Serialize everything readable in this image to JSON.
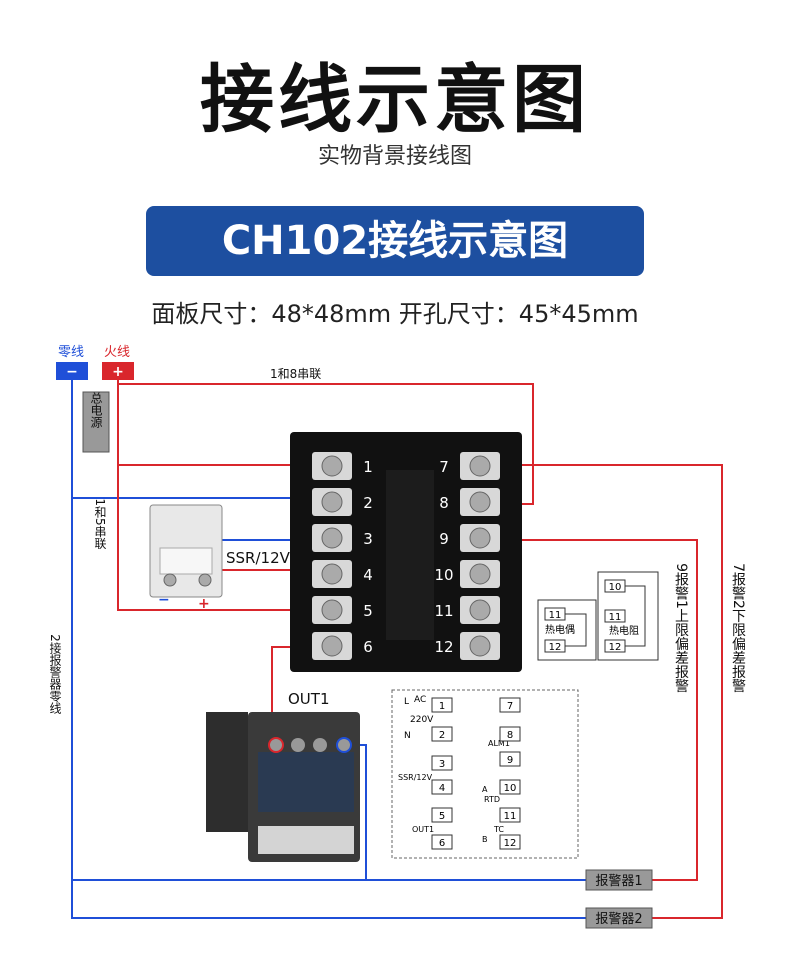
{
  "title": "接线示意图",
  "subtitle": "实物背景接线图",
  "banner": "CH102接线示意图",
  "dimensions": "面板尺寸：48*48mm  开孔尺寸：45*45mm",
  "power": {
    "neutral_label": "零线",
    "live_label": "火线",
    "neutral_sign": "−",
    "live_sign": "+",
    "main_power": "总电源"
  },
  "notes": {
    "series_1_8": "1和8串联",
    "series_1_5": "1和5串联",
    "alarm_neutral": "2接报警器零线",
    "alarm1_note": "9报警1上限偏差报警",
    "alarm2_note": "7报警2下限偏差报警"
  },
  "ssr": {
    "label": "SSR/12V",
    "minus": "−",
    "plus": "+"
  },
  "out1_label": "OUT1",
  "terminals_left": [
    "1",
    "2",
    "3",
    "4",
    "5",
    "6"
  ],
  "terminals_right": [
    "7",
    "8",
    "9",
    "10",
    "11",
    "12"
  ],
  "sensors": {
    "thermocouple": "热电偶",
    "rtd": "热电阻",
    "t11": "11",
    "t12": "12",
    "t10": "10"
  },
  "alarms": {
    "alarm1": "报警器1",
    "alarm2": "报警器2"
  },
  "schematic": {
    "ac": "AC",
    "l": "L",
    "n": "N",
    "v220": "220V",
    "alm1": "ALM1",
    "ssr": "SSR/12V",
    "out1": "OUT1",
    "rtd": "RTD",
    "tc": "TC",
    "a": "A",
    "b": "B",
    "nums": [
      "1",
      "2",
      "3",
      "4",
      "5",
      "6",
      "7",
      "8",
      "9",
      "10",
      "11",
      "12"
    ]
  },
  "colors": {
    "neutral": "#1f4fd8",
    "live": "#d9262c",
    "banner": "#1d4fa0"
  }
}
